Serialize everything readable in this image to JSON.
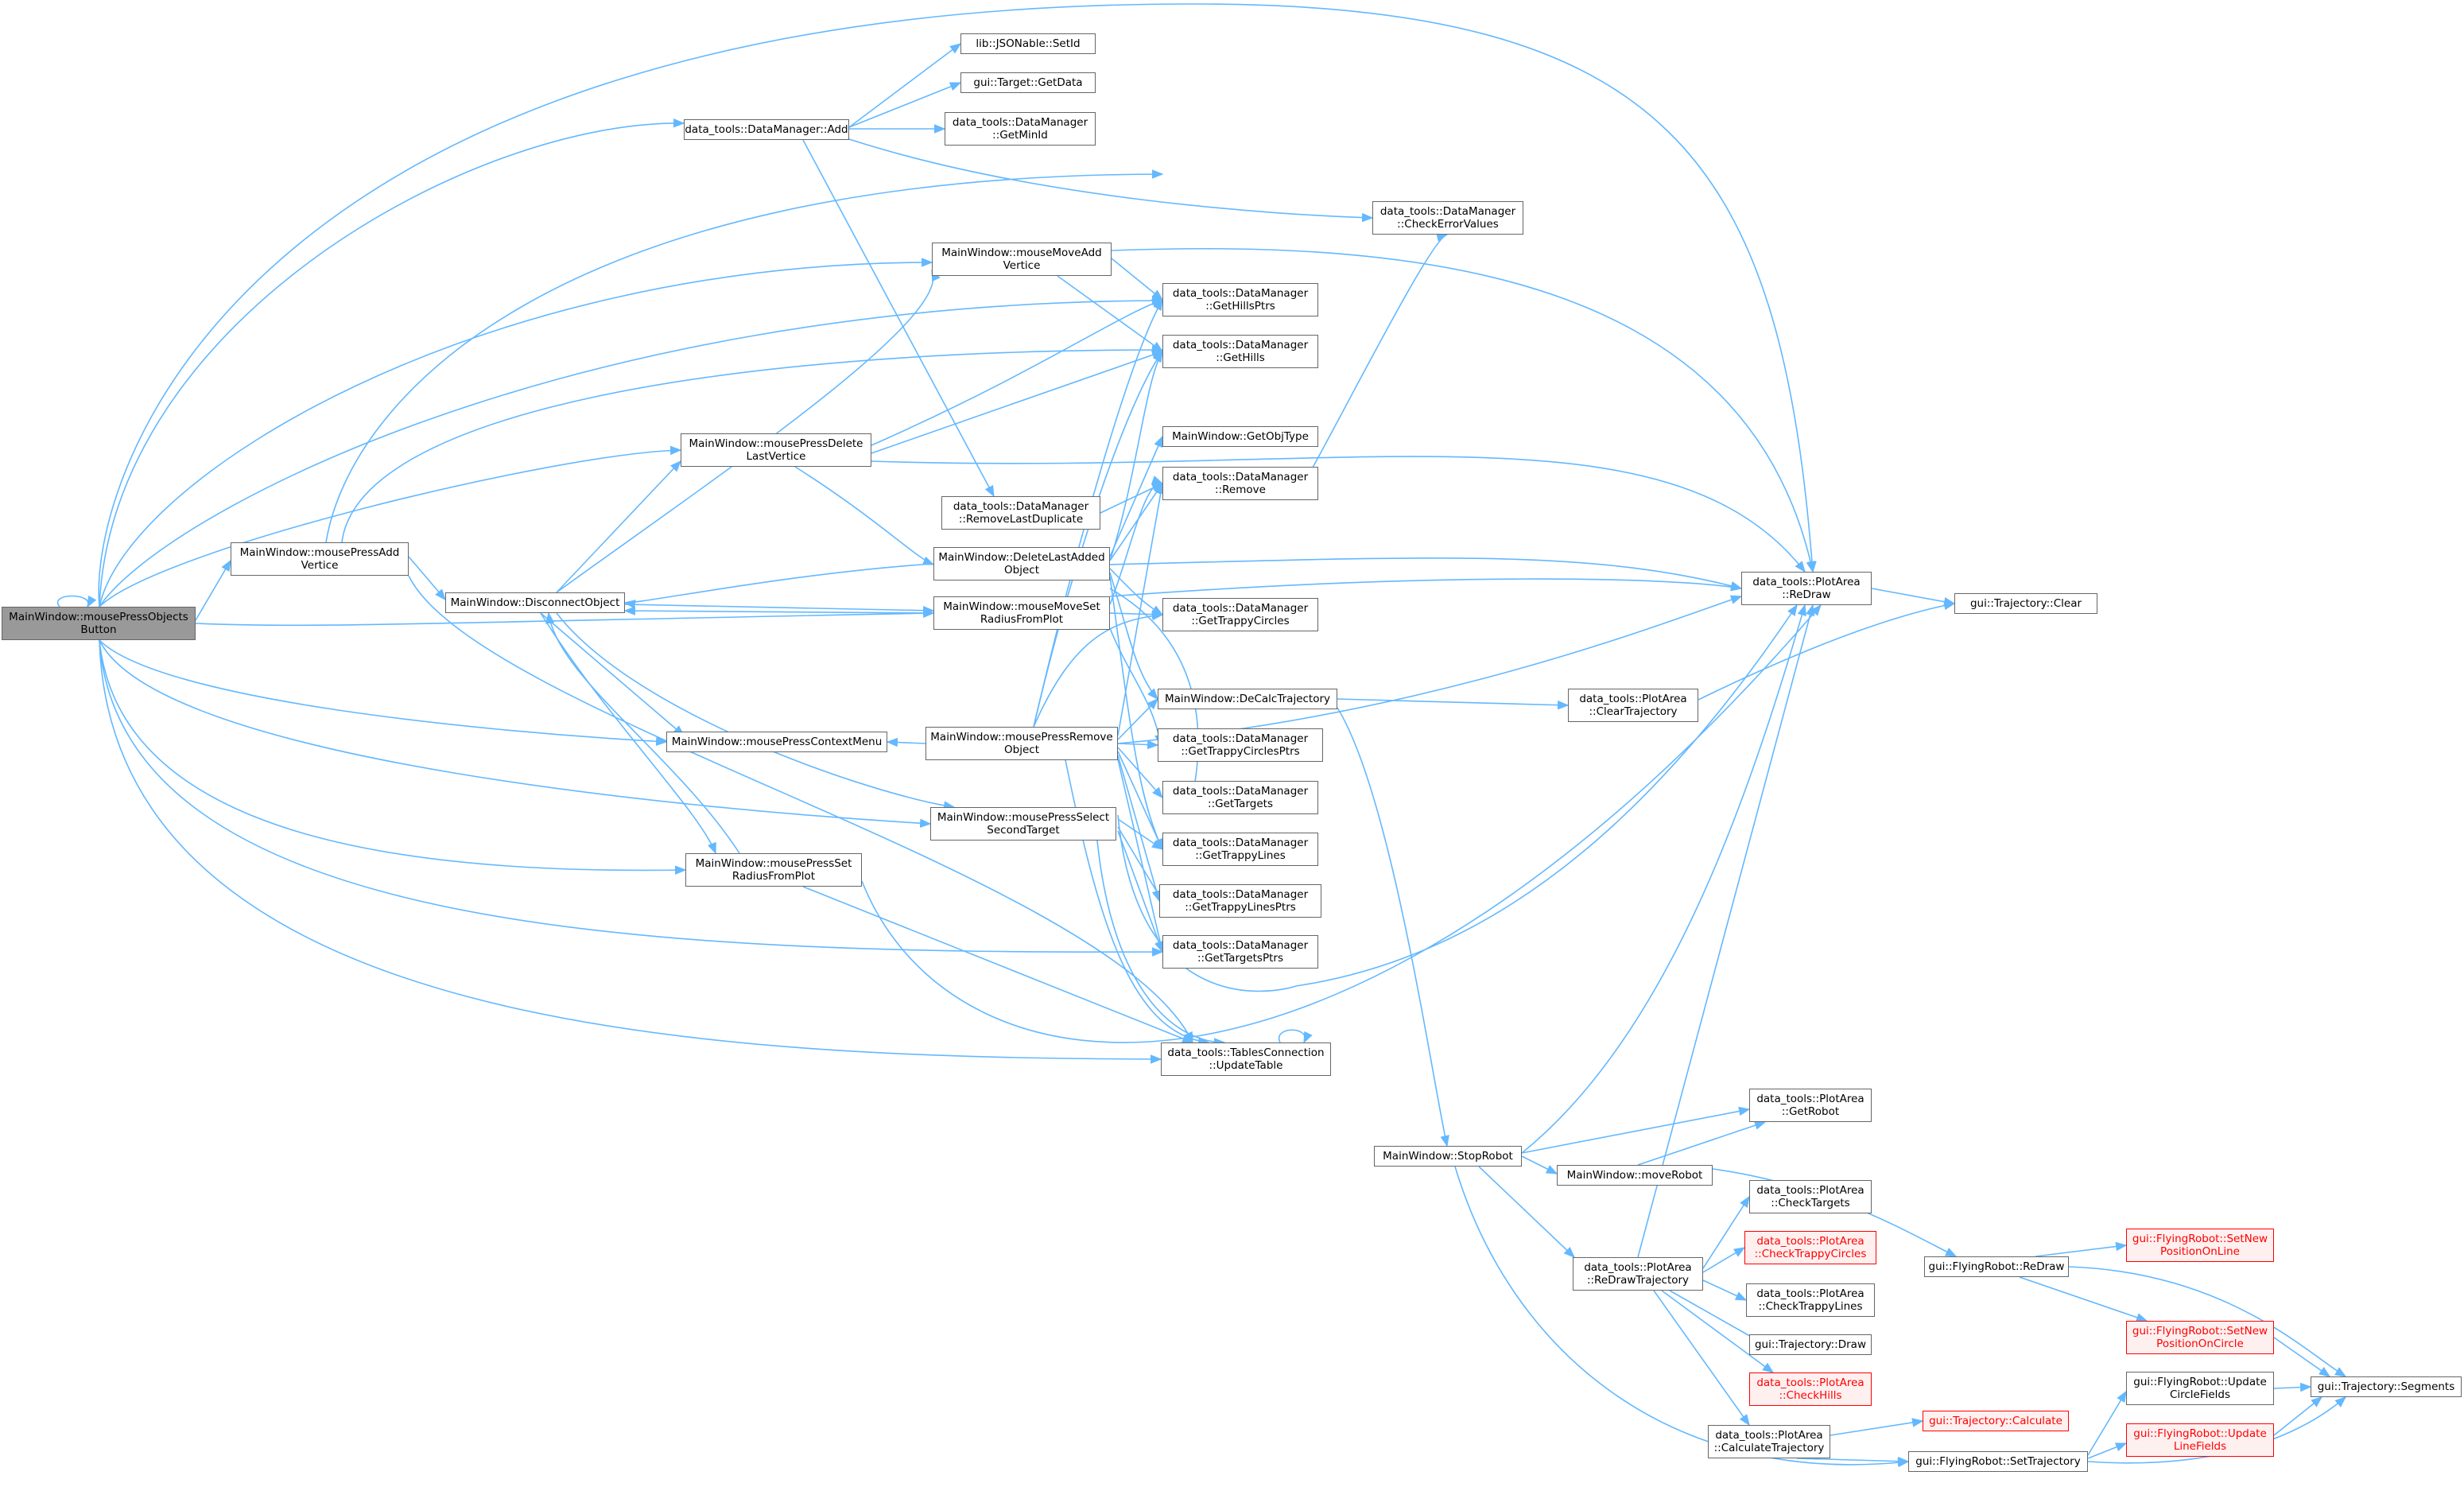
{
  "nodes": {
    "root": {
      "l1": "MainWindow::mousePressObjects",
      "l2": "Button"
    },
    "addVertice": {
      "l1": "MainWindow::mousePressAdd",
      "l2": "Vertice"
    },
    "disconnect": {
      "l1": "MainWindow::DisconnectObject",
      "l2": ""
    },
    "dmAdd": {
      "l1": "data_tools::DataManager::Add",
      "l2": ""
    },
    "pressDelete": {
      "l1": "MainWindow::mousePressDelete",
      "l2": "LastVertice"
    },
    "contextMenu": {
      "l1": "MainWindow::mousePressContextMenu",
      "l2": ""
    },
    "pressSet": {
      "l1": "MainWindow::mousePressSet",
      "l2": "RadiusFromPlot"
    },
    "setId": {
      "l1": "lib::JSONable::SetId",
      "l2": ""
    },
    "getData": {
      "l1": "gui::Target::GetData",
      "l2": ""
    },
    "getMinId": {
      "l1": "data_tools::DataManager",
      "l2": "::GetMinId"
    },
    "moveAdd": {
      "l1": "MainWindow::mouseMoveAdd",
      "l2": "Vertice"
    },
    "removeDup": {
      "l1": "data_tools::DataManager",
      "l2": "::RemoveLastDuplicate"
    },
    "deleteLast": {
      "l1": "MainWindow::DeleteLastAdded",
      "l2": "Object"
    },
    "moveSet": {
      "l1": "MainWindow::mouseMoveSet",
      "l2": "RadiusFromPlot"
    },
    "pressRemove": {
      "l1": "MainWindow::mousePressRemove",
      "l2": "Object"
    },
    "pressSelect": {
      "l1": "MainWindow::mousePressSelect",
      "l2": "SecondTarget"
    },
    "checkError": {
      "l1": "data_tools::DataManager",
      "l2": "::CheckErrorValues"
    },
    "hillsPtrs": {
      "l1": "data_tools::DataManager",
      "l2": "::GetHillsPtrs"
    },
    "hills": {
      "l1": "data_tools::DataManager",
      "l2": "::GetHills"
    },
    "objType": {
      "l1": "MainWindow::GetObjType",
      "l2": ""
    },
    "dmRemove": {
      "l1": "data_tools::DataManager",
      "l2": "::Remove"
    },
    "trappyCircles": {
      "l1": "data_tools::DataManager",
      "l2": "::GetTrappyCircles"
    },
    "decalc": {
      "l1": "MainWindow::DeCalcTrajectory",
      "l2": ""
    },
    "trappyCirclesPtrs": {
      "l1": "data_tools::DataManager",
      "l2": "::GetTrappyCirclesPtrs"
    },
    "targets": {
      "l1": "data_tools::DataManager",
      "l2": "::GetTargets"
    },
    "trappyLines": {
      "l1": "data_tools::DataManager",
      "l2": "::GetTrappyLines"
    },
    "trappyLinesPtrs": {
      "l1": "data_tools::DataManager",
      "l2": "::GetTrappyLinesPtrs"
    },
    "targetsPtrs": {
      "l1": "data_tools::DataManager",
      "l2": "::GetTargetsPtrs"
    },
    "updateTable": {
      "l1": "data_tools::TablesConnection",
      "l2": "::UpdateTable"
    },
    "redraw": {
      "l1": "data_tools::PlotArea",
      "l2": "::ReDraw"
    },
    "clearTraj": {
      "l1": "data_tools::PlotArea",
      "l2": "::ClearTrajectory"
    },
    "trajClear": {
      "l1": "gui::Trajectory::Clear",
      "l2": ""
    },
    "stopRobot": {
      "l1": "MainWindow::StopRobot",
      "l2": ""
    },
    "moveRobot": {
      "l1": "MainWindow::moveRobot",
      "l2": ""
    },
    "getRobot": {
      "l1": "data_tools::PlotArea",
      "l2": "::GetRobot"
    },
    "redrawTraj": {
      "l1": "data_tools::PlotArea",
      "l2": "::ReDrawTrajectory"
    },
    "checkTargets": {
      "l1": "data_tools::PlotArea",
      "l2": "::CheckTargets"
    },
    "checkTrappyCircles": {
      "l1": "data_tools::PlotArea",
      "l2": "::CheckTrappyCircles"
    },
    "checkTrappyLines": {
      "l1": "data_tools::PlotArea",
      "l2": "::CheckTrappyLines"
    },
    "trajDraw": {
      "l1": "gui::Trajectory::Draw",
      "l2": ""
    },
    "checkHills": {
      "l1": "data_tools::PlotArea",
      "l2": "::CheckHills"
    },
    "calcTraj": {
      "l1": "data_tools::PlotArea",
      "l2": "::CalculateTrajectory"
    },
    "trajCalculate": {
      "l1": "gui::Trajectory::Calculate",
      "l2": ""
    },
    "robotRedraw": {
      "l1": "gui::FlyingRobot::ReDraw",
      "l2": ""
    },
    "setNewLine": {
      "l1": "gui::FlyingRobot::SetNew",
      "l2": "PositionOnLine"
    },
    "setNewCircle": {
      "l1": "gui::FlyingRobot::SetNew",
      "l2": "PositionOnCircle"
    },
    "updCircle": {
      "l1": "gui::FlyingRobot::Update",
      "l2": "CircleFields"
    },
    "updLine": {
      "l1": "gui::FlyingRobot::Update",
      "l2": "LineFields"
    },
    "setTraj": {
      "l1": "gui::FlyingRobot::SetTrajectory",
      "l2": ""
    },
    "segments": {
      "l1": "gui::Trajectory::Segments",
      "l2": ""
    }
  },
  "colors": {
    "edge": "#63b8ff",
    "node_border": "#666666",
    "root_fill": "#999999",
    "red_node": "#ff0000"
  }
}
